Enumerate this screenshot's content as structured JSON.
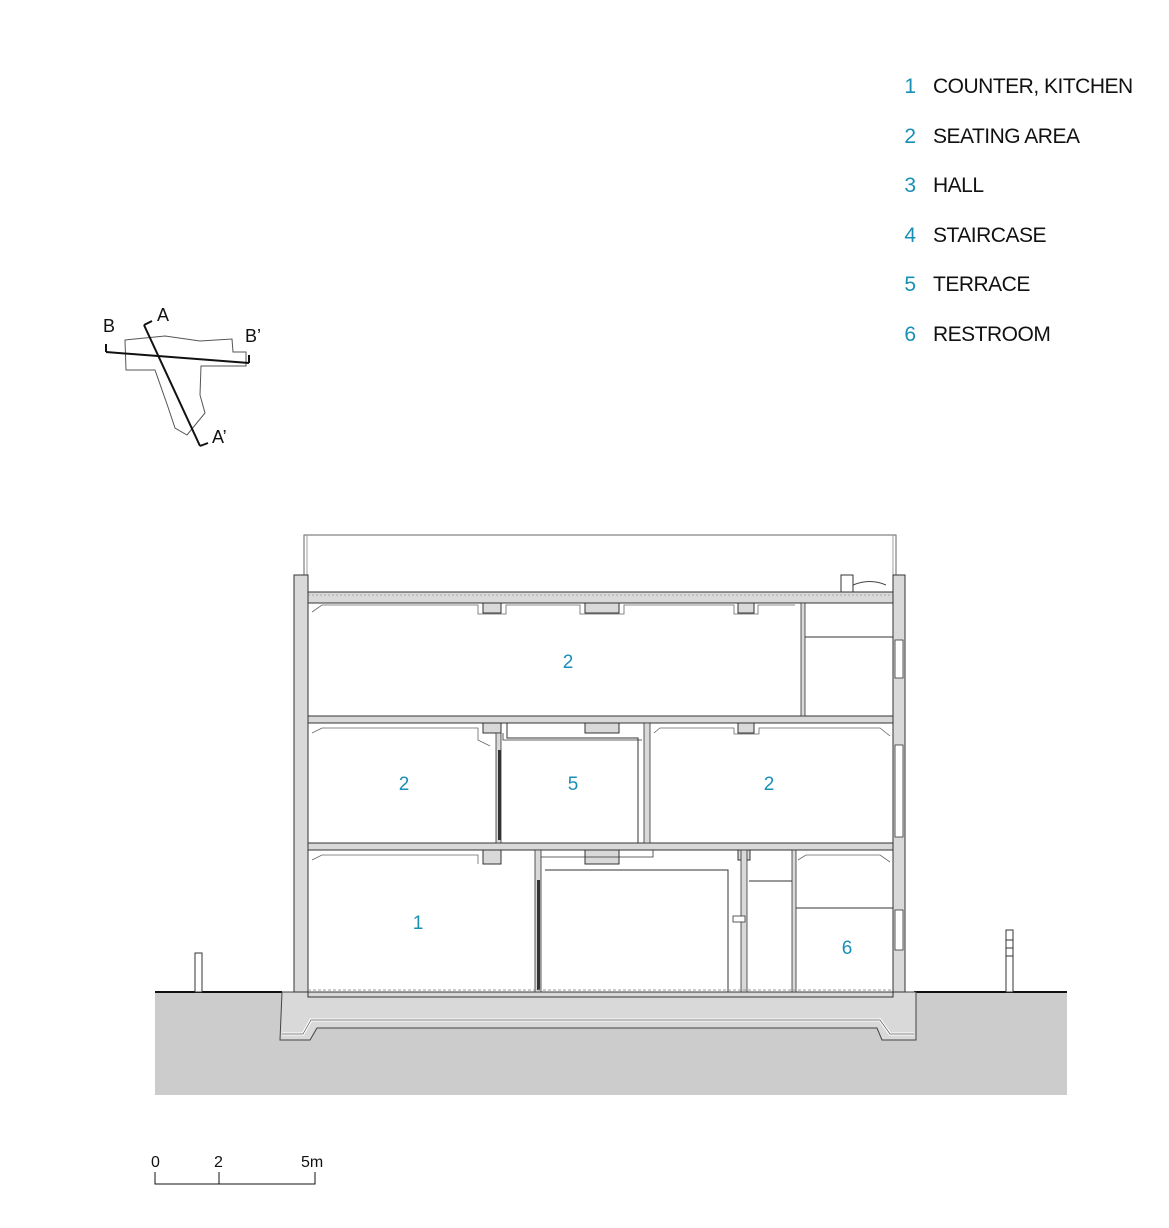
{
  "colors": {
    "accent": "#1a8fb5",
    "line": "#2b2b2b",
    "wall": "#d9d9d9",
    "ground": "#cccccc"
  },
  "legend": [
    {
      "num": "1",
      "label": "COUNTER, KITCHEN"
    },
    {
      "num": "2",
      "label": "SEATING AREA"
    },
    {
      "num": "3",
      "label": "HALL"
    },
    {
      "num": "4",
      "label": "STAIRCASE"
    },
    {
      "num": "5",
      "label": "TERRACE"
    },
    {
      "num": "6",
      "label": "RESTROOM"
    }
  ],
  "keymap": {
    "A": "A",
    "A_prime": "A’",
    "B": "B",
    "B_prime": "B’"
  },
  "rooms": {
    "top_seating": "2",
    "mid_left_seating": "2",
    "terrace": "5",
    "mid_right_seating": "2",
    "counter_kitchen": "1",
    "restroom": "6"
  },
  "scale_bar": {
    "tick_0": "0",
    "tick_2": "2",
    "tick_5": "5m"
  }
}
